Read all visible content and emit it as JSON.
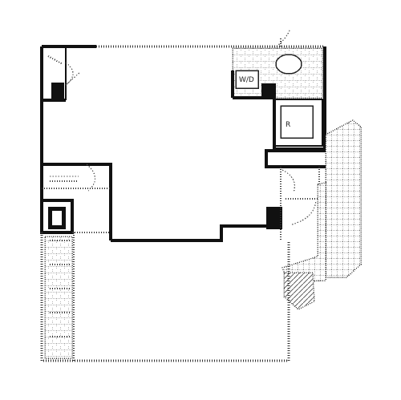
{
  "diagram": {
    "type": "floor-plan"
  },
  "colors": {
    "wall": "#111111",
    "dotted_line": "#333333",
    "background": "#ffffff"
  },
  "fixtures": {
    "washing_machine_label": "W/D",
    "fridge_label": "R"
  },
  "icons": [
    "door-swing-icon",
    "toilet-icon",
    "sink-icon",
    "bathtub-icon",
    "washing-machine-icon",
    "closet-icon",
    "stairs-icon"
  ]
}
